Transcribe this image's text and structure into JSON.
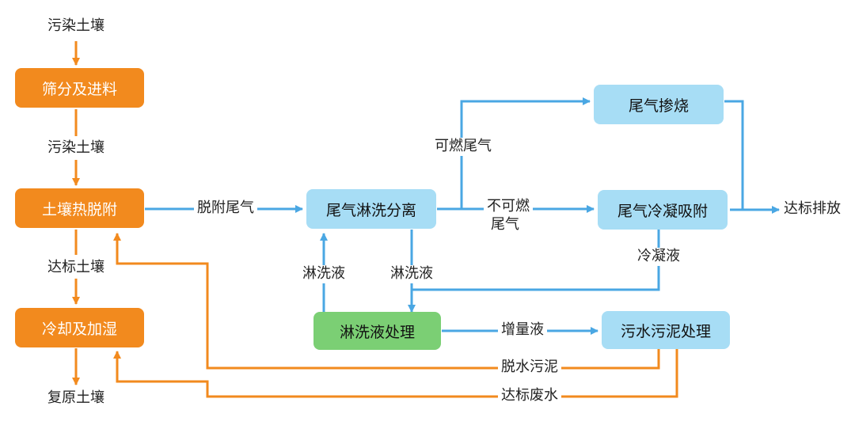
{
  "colors": {
    "orange": "#F28A1E",
    "blue": "#4AA7E3",
    "light_blue_box": "#A7DDF5",
    "green_box": "#7BCF74"
  },
  "nodes": {
    "sieve_feed": "筛分及进料",
    "soil_desorption": "土壤热脱附",
    "cool_humidify": "冷却及加湿",
    "gas_washing": "尾气淋洗分离",
    "gas_blend_burn": "尾气掺烧",
    "gas_condense_adsorb": "尾气冷凝吸附",
    "wash_liquid_treat": "淋洗液处理",
    "sewage_sludge_treat": "污水污泥处理"
  },
  "labels": {
    "contaminated_soil_top": "污染土壤",
    "contaminated_soil_mid": "污染土壤",
    "qualified_soil": "达标土壤",
    "restored_soil": "复原土壤",
    "desorption_gas": "脱附尾气",
    "combustible_gas": "可燃尾气",
    "noncombustible_line1": "不可燃",
    "noncombustible_line2": "尾气",
    "discharge": "达标排放",
    "condensate": "冷凝液",
    "wash_liquid_left": "淋洗液",
    "wash_liquid_right": "淋洗液",
    "increment_liquid": "增量液",
    "dewatered_sludge": "脱水污泥",
    "qualified_wastewater": "达标废水"
  }
}
